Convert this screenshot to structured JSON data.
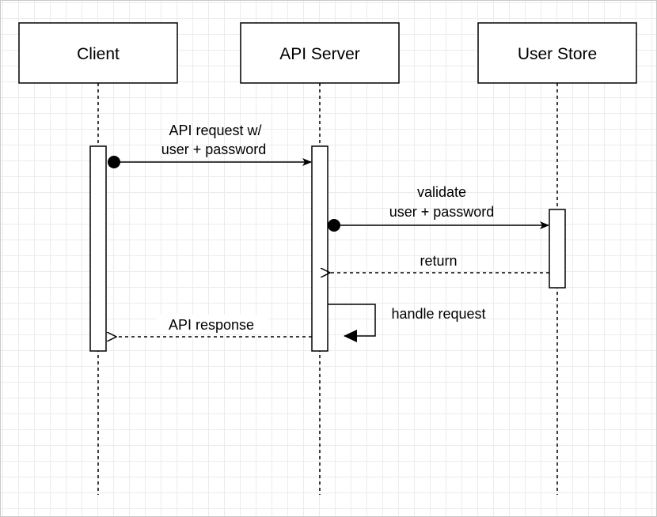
{
  "participants": {
    "client": "Client",
    "api_server": "API Server",
    "user_store": "User Store"
  },
  "messages": {
    "api_request": {
      "line1": "API request w/",
      "line2": "user + password"
    },
    "validate": {
      "line1": "validate",
      "line2": "user + password"
    },
    "return": "return",
    "handle_request": "handle request",
    "api_response": "API response"
  },
  "colors": {
    "stroke": "#000000",
    "fill": "#ffffff",
    "grid": "#ececec"
  }
}
